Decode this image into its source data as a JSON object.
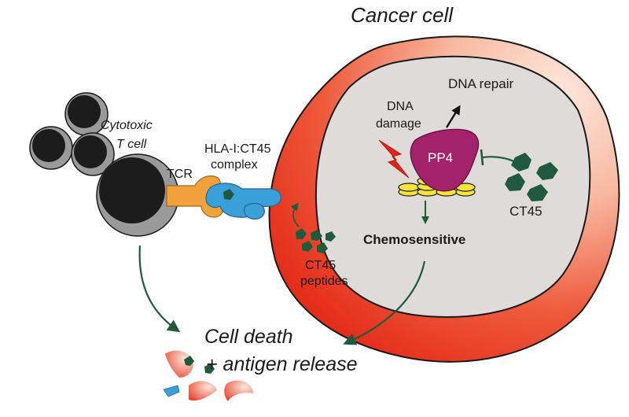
{
  "labels": {
    "cancer_cell": "Cancer cell",
    "cytotoxic_line1": "Cytotoxic",
    "cytotoxic_line2": "T cell",
    "tcr": "TCR",
    "hla_line1": "HLA-I:CT45",
    "hla_line2": "complex",
    "dna_damage_line1": "DNA",
    "dna_damage_line2": "damage",
    "dna_repair": "DNA repair",
    "pp4": "PP4",
    "ct45": "CT45",
    "chemosensitive": "Chemosensitive",
    "ct45_peptides_line1": "CT45",
    "ct45_peptides_line2": "peptides",
    "cell_death_line1": "Cell death",
    "cell_death_line2": "+ antigen release"
  },
  "colors": {
    "cell_red": "#e8402a",
    "cell_light": "#fbe1d6",
    "nucleus": "#dedbd9",
    "pp4": "#a3226a",
    "ct45_green": "#1f5a3c",
    "arrow_green": "#1e5b3a",
    "tcr_orange": "#f2a23a",
    "hla_blue": "#3aa0d8",
    "lightning": "#e32319",
    "histone": "#f4e43a",
    "tcell_dark": "#1c1c1c"
  }
}
